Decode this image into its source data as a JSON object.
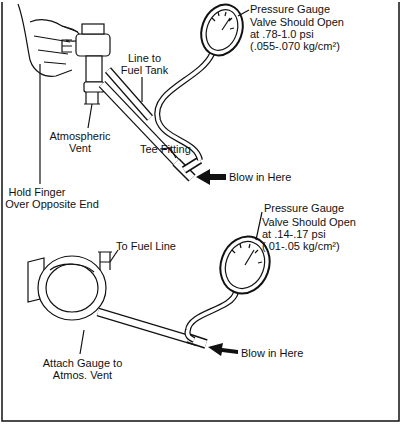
{
  "diagram": {
    "labels": [
      "Pressure Gauge",
      "Valve Should Open at .78-1.0 psi (.055-.070 kg/cm²)",
      "Line to Fuel Tank",
      "Atmospheric Vent",
      "Tee Fitting",
      "Blow in Here",
      "Hold Finger Over Opposite End",
      "Pressure Gauge",
      "Valve Should Open at .14-.17 psi (.01-.05 kg/cm²)",
      "To Fuel Line",
      "Attach Gauge to Atmos. Vent",
      "Blow in Here"
    ]
  }
}
